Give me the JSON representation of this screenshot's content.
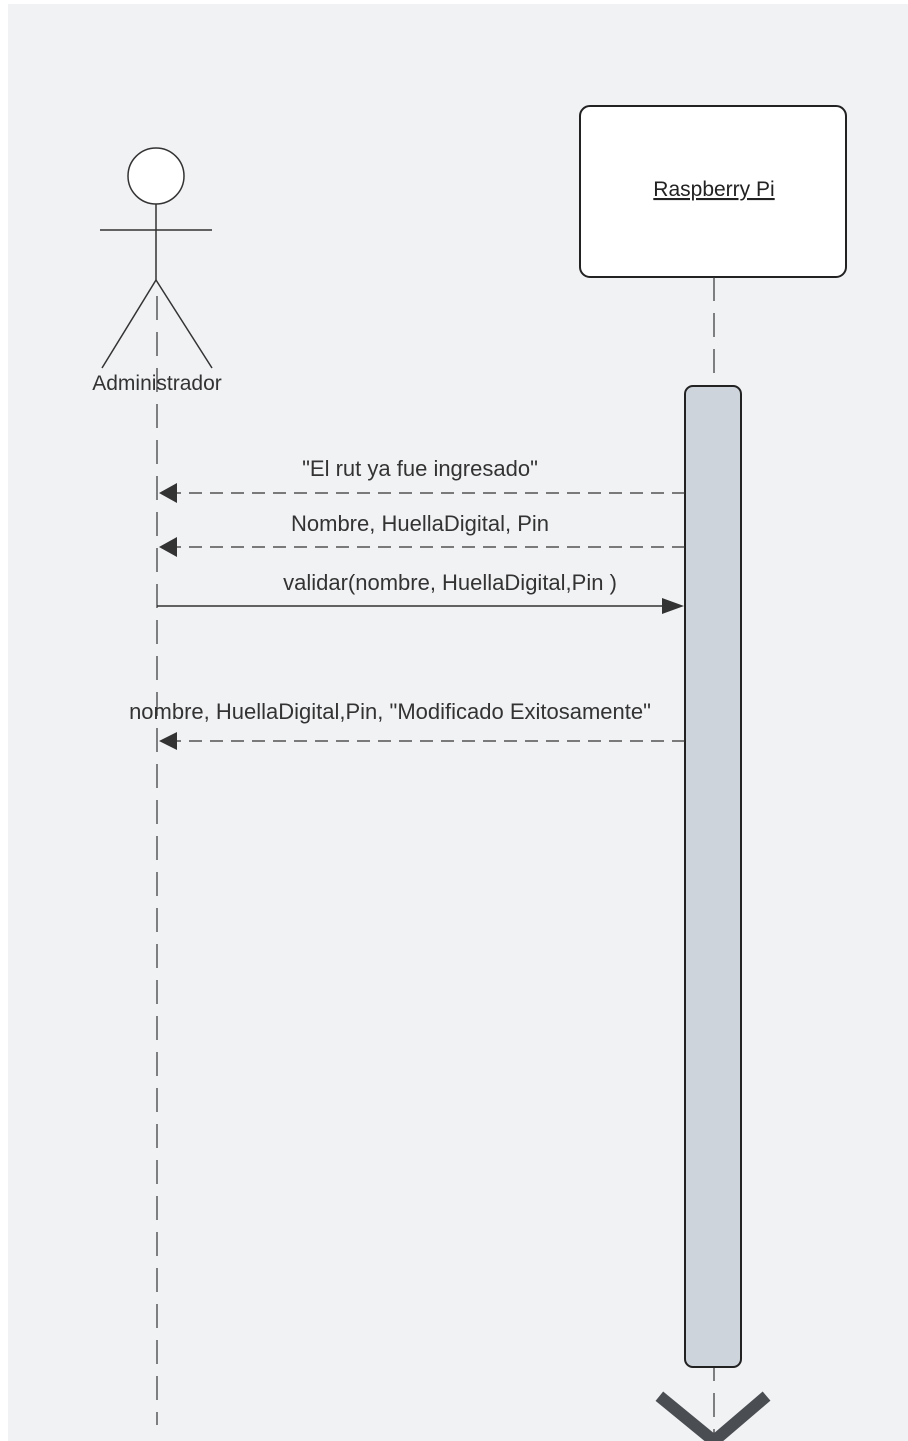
{
  "diagram": {
    "actor": {
      "name": "Administrador"
    },
    "object": {
      "name": "Raspberry Pi"
    },
    "messages": [
      {
        "label": "\"El rut ya fue ingresado\"",
        "kind": "return"
      },
      {
        "label": "Nombre, HuellaDigital, Pin",
        "kind": "return"
      },
      {
        "label": "validar(nombre, HuellaDigital,Pin )",
        "kind": "call"
      },
      {
        "label": "nombre, HuellaDigital,Pin, \"Modificado Exitosamente\"",
        "kind": "return"
      }
    ]
  },
  "colors": {
    "background": "#f1f2f4",
    "activation_fill": "#ced4db",
    "line": "#333333",
    "chevron": "#4a4d52"
  }
}
